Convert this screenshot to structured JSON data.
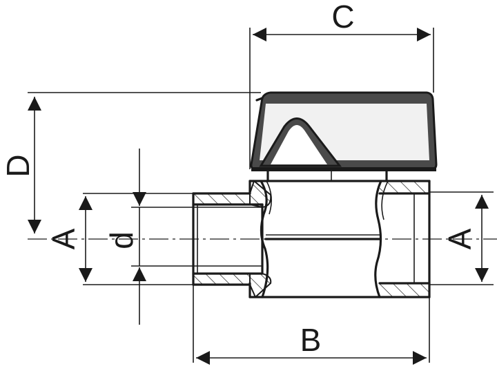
{
  "labels": {
    "dim_c": "C",
    "dim_d_height": "D",
    "dim_a_left": "A",
    "dim_d_bore": "d",
    "dim_a_right": "A",
    "dim_b": "B"
  },
  "colors": {
    "line": "#1a1a1a",
    "handle_fill": "#4a4a4a",
    "background": "#ffffff"
  }
}
